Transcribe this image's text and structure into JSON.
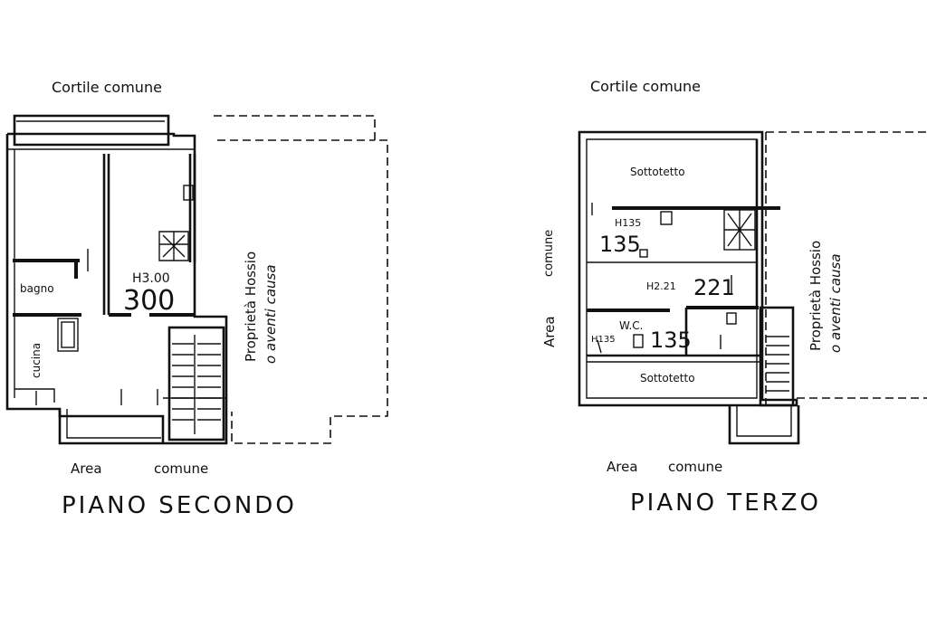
{
  "plan_left": {
    "title": "PIANO SECONDO",
    "top_label": "Cortile comune",
    "bottom_label_1": "Area",
    "bottom_label_2": "comune",
    "neighbor_label_1": "Proprietà Hossio",
    "neighbor_label_2": "o aventi causa",
    "room_bagno": "bagno",
    "room_cucina": "cucina",
    "height_label": "H3.00",
    "height_value": "300"
  },
  "plan_right": {
    "title": "PIANO TERZO",
    "top_label": "Cortile comune",
    "side_label_1": "Area",
    "side_label_2": "comune",
    "bottom_label_1": "Area",
    "bottom_label_2": "comune",
    "neighbor_label_1": "Proprietà Hossio",
    "neighbor_label_2": "o aventi causa",
    "room_sottotetto_top": "Sottotetto",
    "room_sottotetto_bottom": "Sottotetto",
    "room_wc": "W.C.",
    "h135_label_a": "H135",
    "h135_value_a": "135",
    "h221_label": "H2.21",
    "h221_value": "221",
    "h135_label_b": "H135",
    "h135_value_b": "135"
  }
}
